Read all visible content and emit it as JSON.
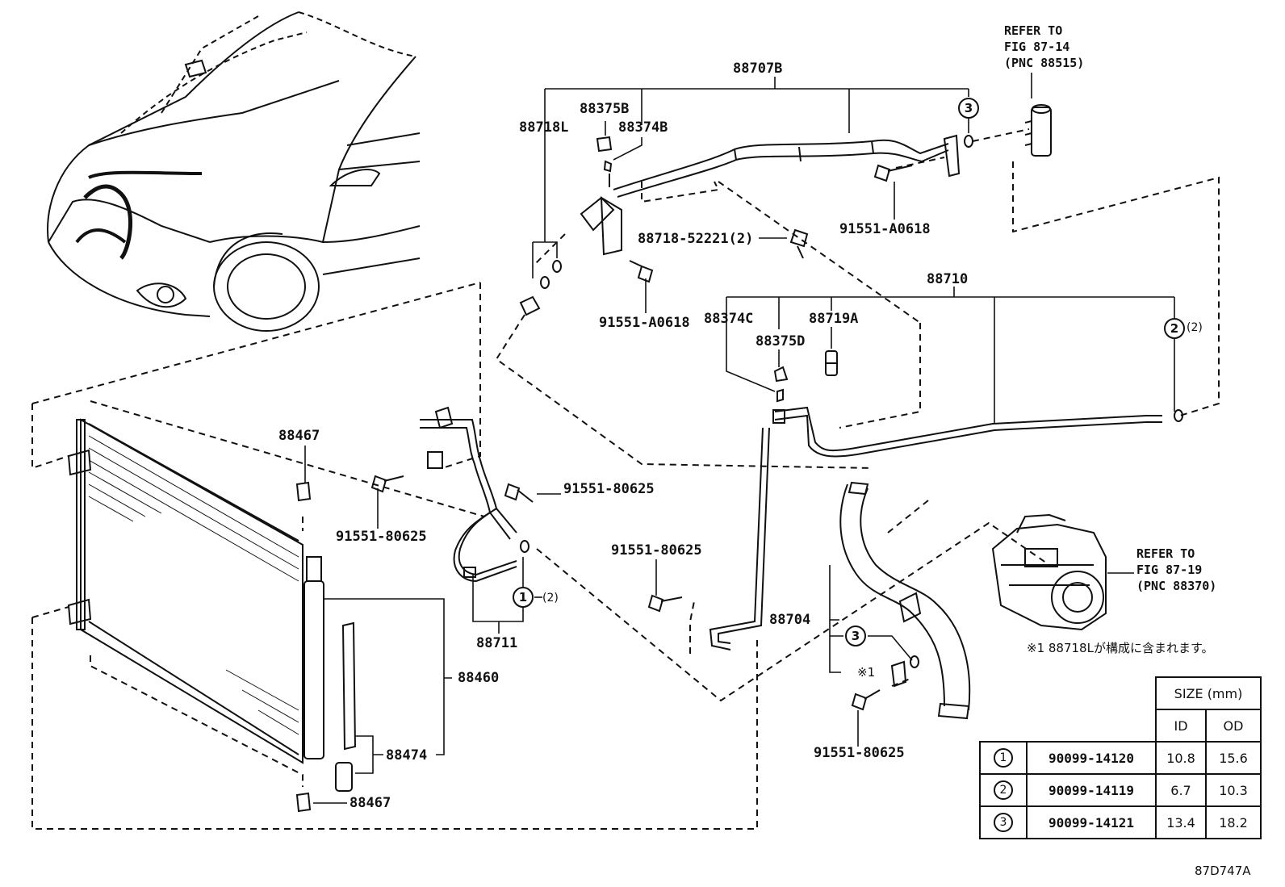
{
  "title_refs": {
    "ref_top": [
      "REFER TO",
      "FIG 87-14",
      "(PNC 88515)"
    ],
    "ref_right": [
      "REFER TO",
      "FIG 87-19",
      "(PNC 88370)"
    ]
  },
  "labels": {
    "p88707B": "88707B",
    "p88375B": "88375B",
    "p88374B": "88374B",
    "p88718L": "88718L",
    "p91551_a0618_top": "91551-A0618",
    "p88718_52221": "88718-52221",
    "p88718_52221_qty": "(2)",
    "p91551_a0618_left": "91551-A0618",
    "p88710": "88710",
    "p88374C": "88374C",
    "p88375D": "88375D",
    "p88719A": "88719A",
    "p88467_top": "88467",
    "p91551_80625_a": "91551-80625",
    "p91551_80625_b": "91551-80625",
    "p91551_80625_c": "91551-80625",
    "p91551_80625_d": "91551-80625",
    "p88711": "88711",
    "p88704": "88704",
    "p88460": "88460",
    "p88474": "88474",
    "p88467_bottom": "88467",
    "mark1": "※1",
    "circle_1": "1",
    "circle_2": "2",
    "circle_3_top": "3",
    "circle_3_mid": "3",
    "circle_qty_1": "(2)",
    "circle_qty_2": "(2)"
  },
  "note_text": "※1 88718Lが構成に含まれます。",
  "figure_id": "87D747A",
  "size_table": {
    "header": "SIZE (mm)",
    "col_id": "ID",
    "col_od": "OD",
    "rows": [
      {
        "mark": "1",
        "part": "90099-14120",
        "id": "10.8",
        "od": "15.6"
      },
      {
        "mark": "2",
        "part": "90099-14119",
        "id": "6.7",
        "od": "10.3"
      },
      {
        "mark": "3",
        "part": "90099-14121",
        "id": "13.4",
        "od": "18.2"
      }
    ]
  }
}
